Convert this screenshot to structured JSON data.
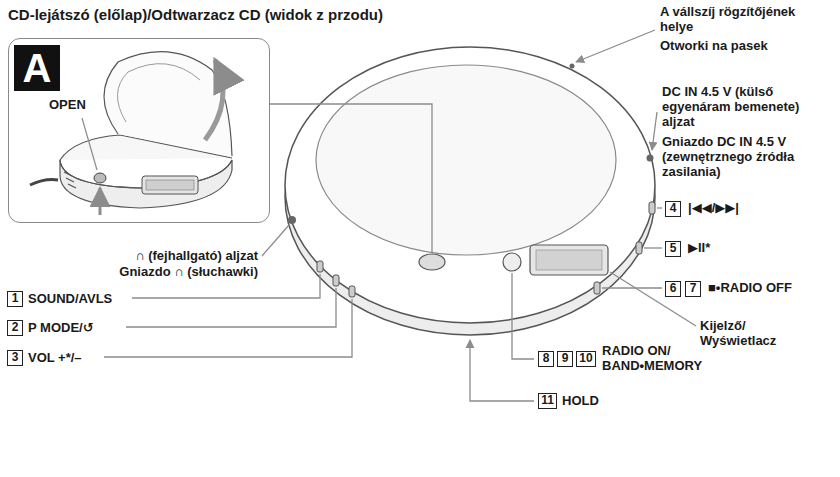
{
  "diagram": {
    "title": "CD-lejátszó (előlap)/Odtwarzacz CD (widok z przodu)",
    "nodes": [
      {
        "text": [
          "OPEN"
        ]
      },
      {
        "text": [
          "A"
        ],
        "in": 0
      },
      {
        "text": [
          "1"
        ]
      },
      {
        "text": [
          "2"
        ]
      },
      {
        "text": [
          "3"
        ]
      },
      {
        "text": [
          "4"
        ]
      },
      {
        "text": [
          "5"
        ]
      },
      {
        "text": [
          "6"
        ]
      },
      {
        "text": [
          "7"
        ]
      },
      {
        "text": [
          "8"
        ]
      },
      {
        "text": [
          "9"
        ]
      },
      {
        "text": [
          "10"
        ]
      },
      {
        "text": [
          "11"
        ]
      }
    ],
    "labels": [
      "A vállszíj rögzítőjének helye",
      "Otworki na pasek",
      "DC IN 4.5 V (külső egyenáram bemenete) aljzat",
      "Gniazdo DC IN 4.5 V (zewnętrznego źródła zasilania)",
      "|◀◀/▶▶|",
      "▶II*",
      "■•RADIO OFF",
      "Kijelző/ Wyświetlacz",
      "RADIO ON/ BAND•MEMORY",
      "HOLD",
      "∩ (fejhallgató) aljzat",
      "Gniazdo ∩ (słuchawki)",
      "SOUND/AVLS",
      "P MODE/↺",
      "VOL +*/–"
    ]
  }
}
